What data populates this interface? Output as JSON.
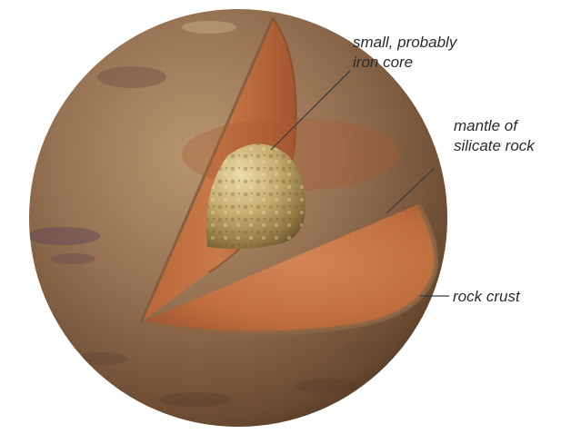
{
  "labels": {
    "core": {
      "line1": "small, probably",
      "line2": "iron core"
    },
    "mantle": {
      "line1": "mantle of",
      "line2": "silicate rock"
    },
    "crust": {
      "line1": "rock crust"
    }
  },
  "colors": {
    "surface": "#9a7654",
    "surface_dark": "#4f3624",
    "mantle_face": "#c77a4c",
    "mantle_inner": "#a85a34",
    "core": "#c4ad72",
    "leader_line": "#3a3a3a"
  }
}
